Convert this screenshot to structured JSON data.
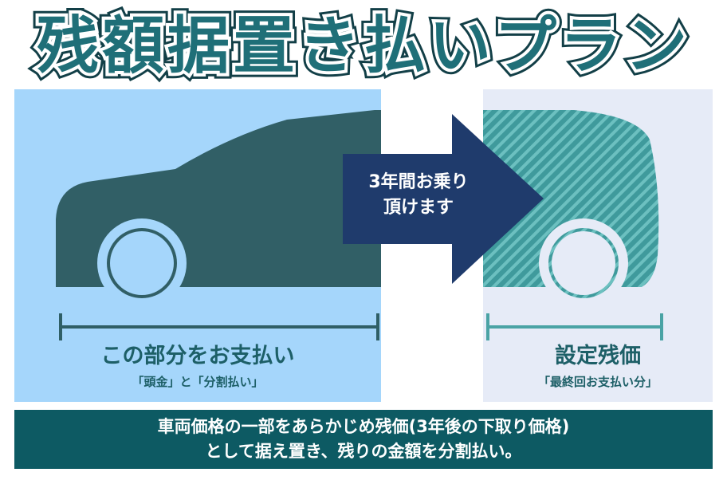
{
  "title": "残額据置き払いプラン",
  "arrow": {
    "line1": "3年間お乗り",
    "line2": "頂けます"
  },
  "left": {
    "label": "この部分をお支払い",
    "sub": "「頭金」と「分割払い」"
  },
  "right": {
    "label": "設定残価",
    "sub": "「最終回お支払い分」"
  },
  "banner": {
    "line1": "車両価格の一部をあらかじめ残価(3年後の下取り価格)",
    "line2": "として据え置き、残りの金額を分割払い。"
  },
  "colors": {
    "dark_teal": "#2f5f66",
    "hatch": "#4aa3a5",
    "navy": "#1e3a6b",
    "banner": "#0d5a63"
  }
}
